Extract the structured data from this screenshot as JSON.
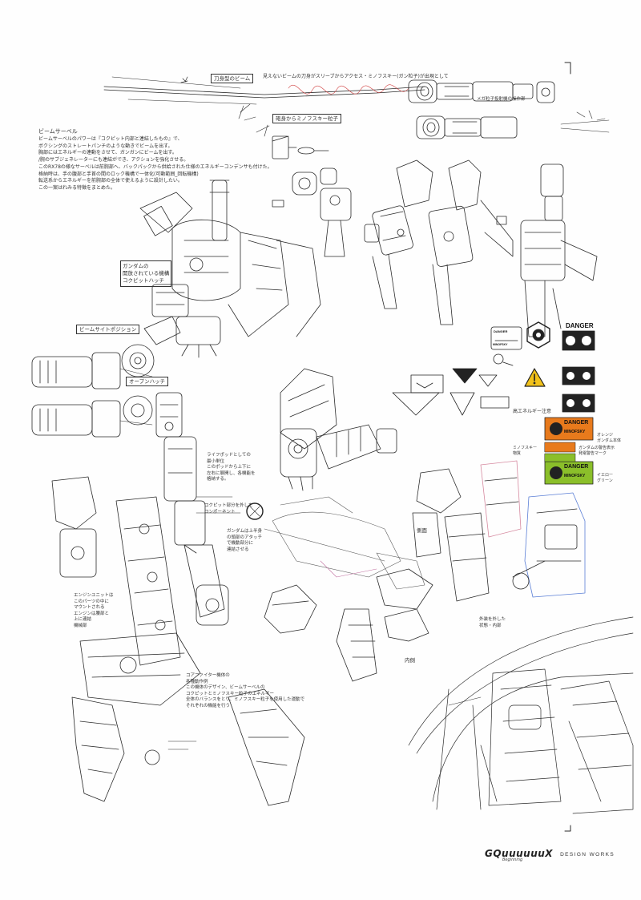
{
  "notes": {
    "beam_saber_heading": "ビームサーベル",
    "beam_saber_body": "ビームサーベルのパワーは『コクピット内部と連結したもの』で、\nボクシングのストレートパンチのような動きでビームを出す。\n胸部にはエネルギーの連動をさせて、ガンガンにビームを出す。\n/腕のサブジェネレーターにも連結ができ、アクションを強化させる。",
    "design_body": "このRX78の様なサーベルは前腕部へ、バックパックから供給された仕様のエネルギーコンデンサも付けた。\n格納時は、手の腹部と手首の間のロック機構で一体化(可動範囲_回転機構)\n転送系からエネルギーを前腕部の全体で使えるように設計したい。\nこの一案はれみる特徴をまとめた。",
    "gundam_hatch": "ガンダムの\n開放されている機構\nコクピットハッチ",
    "beam_sight": "ビームサイトポジション",
    "open_hatch": "オープンハッチ",
    "rifle_caption": "刀身型のビーム",
    "rifle_callout": "見えないビームの刀身がスリーブからアクセス・ミノフスキー(ガン粒子)が出現として",
    "barrel_caption": "砲身からミノフスキー粒子",
    "life_pod": "ライフポッドとしての\n最小単位\nこのポッドから上下に\n左右に展開し、各機能を\n格納する。",
    "cockpit_note": "コクピット部分を外した\nコンポーネント",
    "gundam_core": "ガンダムは上半身\nの頭部のアタッチ\nで機動部分に\n連結させる",
    "engine_unit": "エンジンユニットは\nこのパーツの中に\nマウントされる\nエンジンは腰部と\n上に連結\n機械部",
    "cofighter": "コアファイター機体の\n各種動作例\nこの機体のデザイン、ビームサーベルの\nコクピットとミノフスキー粒子のエネルギー\n全体のバランスをとり、ミノフスキー粒子を使用した運動で\nそれぞれの機能を行う",
    "side_label": "側面",
    "inner_label": "内側",
    "cockpit_caption": "外装を外した\n状態・内部",
    "warning_caption": "高エネルギー注意",
    "orange_caption": "オレンジ\nガンダム本体",
    "minovsky_caption": "ミノフスキー\n物質",
    "caution_mark": "ガンダムの警告表示\n発電警告マーク",
    "yellow_green": "イエロー\nグリーン",
    "small_caption": "メガ粒子投射機の操作部"
  },
  "decals": {
    "danger_1": "DANGER",
    "danger_2": "DANGER",
    "danger_3": "DANGER",
    "minovsky_1": "MINOFSKY",
    "minovsky_2": "MINOFSKY",
    "minovsky_3": "MINOFSKY",
    "small_plate": "DANGER"
  },
  "footer": {
    "logo": "GQuuuuuuX",
    "logo_sub": "Beginning",
    "label": "DESIGN WORKS"
  },
  "colors": {
    "line": "#2b2b2b",
    "accent_orange": "#e87a1c",
    "accent_yellow": "#f2c21a",
    "accent_green": "#8bbf2a",
    "accent_blue": "#5b7fd6",
    "accent_pink": "#d68aa0"
  }
}
